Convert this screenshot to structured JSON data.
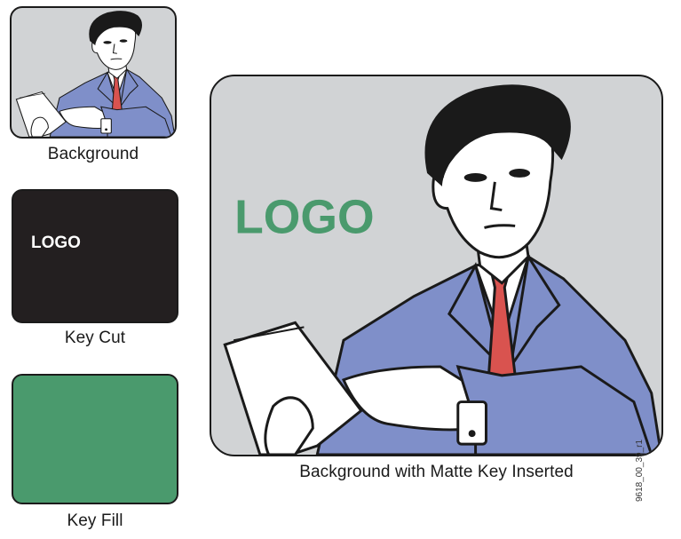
{
  "panels": {
    "background": {
      "caption": "Background"
    },
    "key_cut": {
      "caption": "Key Cut",
      "logo": "LOGO"
    },
    "key_fill": {
      "caption": "Key Fill"
    },
    "composite": {
      "caption": "Background with Matte Key Inserted",
      "logo": "LOGO"
    }
  },
  "figure_id": "9618_00_39_r1",
  "colors": {
    "background_gray": "#d1d3d5",
    "key_cut_black": "#231f20",
    "key_fill_green": "#4a9a6d",
    "suit_blue": "#7f8fc9",
    "tie_red": "#d9534f"
  }
}
